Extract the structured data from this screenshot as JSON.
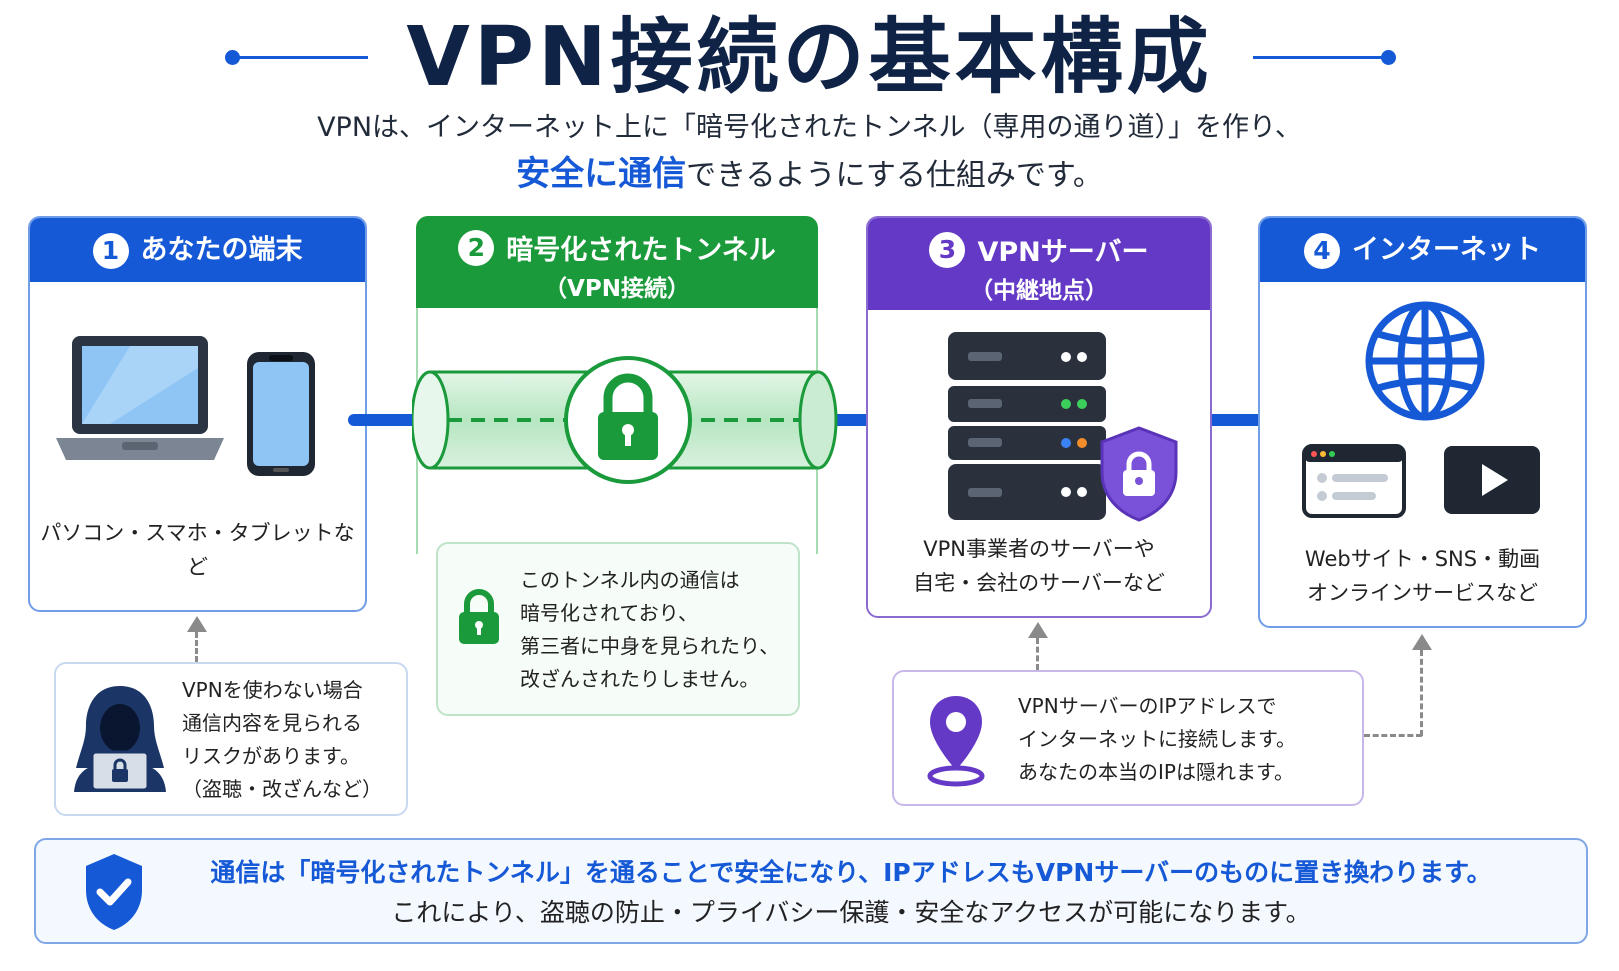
{
  "title": "VPN接続の基本構成",
  "subtitle": {
    "line1": "VPNは、インターネット上に「暗号化されたトンネル（専用の通り道）」を作り、",
    "line2_highlight": "安全に通信",
    "line2_rest": "できるようにする仕組みです。"
  },
  "steps": [
    {
      "num": "1",
      "label": "あなたの端末",
      "sublabel": "",
      "caption": "パソコン・スマホ・タブレットなど"
    },
    {
      "num": "2",
      "label": "暗号化されたトンネル",
      "sublabel": "（VPN接続）",
      "caption": ""
    },
    {
      "num": "3",
      "label": "VPNサーバー",
      "sublabel": "（中継地点）",
      "caption_l1": "VPN事業者のサーバーや",
      "caption_l2": "自宅・会社のサーバーなど"
    },
    {
      "num": "4",
      "label": "インターネット",
      "sublabel": "",
      "caption_l1": "Webサイト・SNS・動画",
      "caption_l2": "オンラインサービスなど"
    }
  ],
  "notes": {
    "no_vpn": [
      "VPNを使わない場合",
      "通信内容を見られる",
      "リスクがあります。",
      "（盗聴・改ざんなど）"
    ],
    "tunnel": [
      "このトンネル内の通信は",
      "暗号化されており、",
      "第三者に中身を見られたり、",
      "改ざんされたりしません。"
    ],
    "server": [
      "VPNサーバーのIPアドレスで",
      "インターネットに接続します。",
      "あなたの本当のIPは隠れます。"
    ]
  },
  "bottom": {
    "line1": "通信は「暗号化されたトンネル」を通ることで安全になり、IPアドレスもVPNサーバーのものに置き換わります。",
    "line2": "これにより、盗聴の防止・プライバシー保護・安全なアクセスが可能になります。"
  },
  "colors": {
    "blue": "#1659d6",
    "green": "#1a9a3a",
    "purple": "#6439c6",
    "navy": "#0f2347"
  },
  "icons": [
    "laptop-icon",
    "smartphone-icon",
    "padlock-icon",
    "server-icon",
    "shield-lock-icon",
    "globe-icon",
    "browser-icon",
    "video-play-icon",
    "hacker-icon",
    "location-pin-icon",
    "shield-check-icon"
  ]
}
